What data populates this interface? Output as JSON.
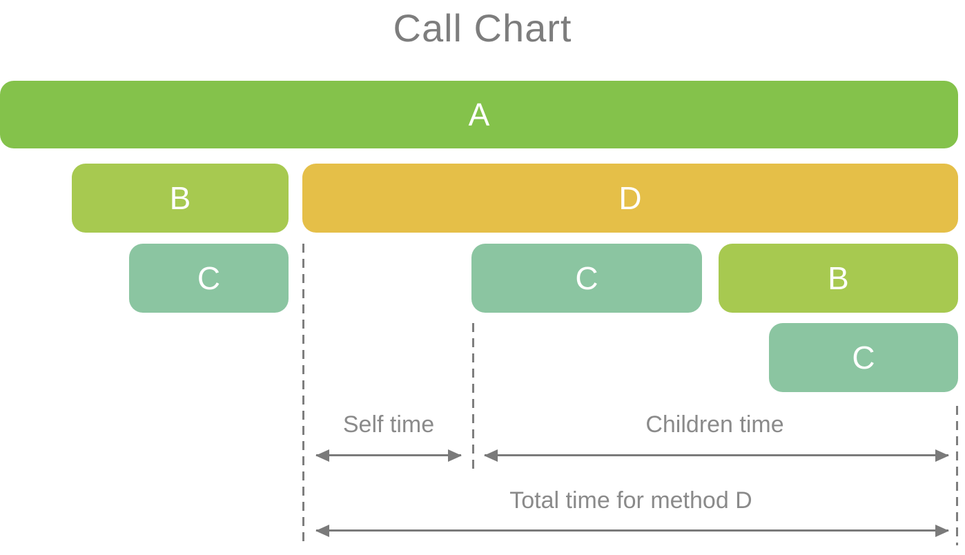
{
  "title": "Call Chart",
  "colors": {
    "method_a_green": "#84c24b",
    "method_b_yellow_green": "#a7c950",
    "method_c_teal": "#8bc5a1",
    "method_d_gold": "#e5bf48",
    "annotation_text_gray": "#8a8a8a",
    "arrow_gray": "#7a7a7a",
    "dashed_line_gray": "#7e7e7e",
    "title_gray": "#7d7d7d"
  },
  "call_tree": {
    "description": "Call stack rows, top row is the caller; children are nested below their parent over the span of time they ran",
    "rows": [
      {
        "bars": [
          {
            "label": "A"
          }
        ]
      },
      {
        "bars": [
          {
            "label": "B"
          },
          {
            "label": "D"
          }
        ]
      },
      {
        "bars": [
          {
            "label": "C"
          },
          {
            "label": "C"
          },
          {
            "label": "B"
          }
        ]
      },
      {
        "bars": [
          {
            "label": "C"
          }
        ]
      }
    ]
  },
  "annotations": {
    "self_time": "Self time",
    "children_time": "Children time",
    "total_time": "Total time for method D"
  }
}
